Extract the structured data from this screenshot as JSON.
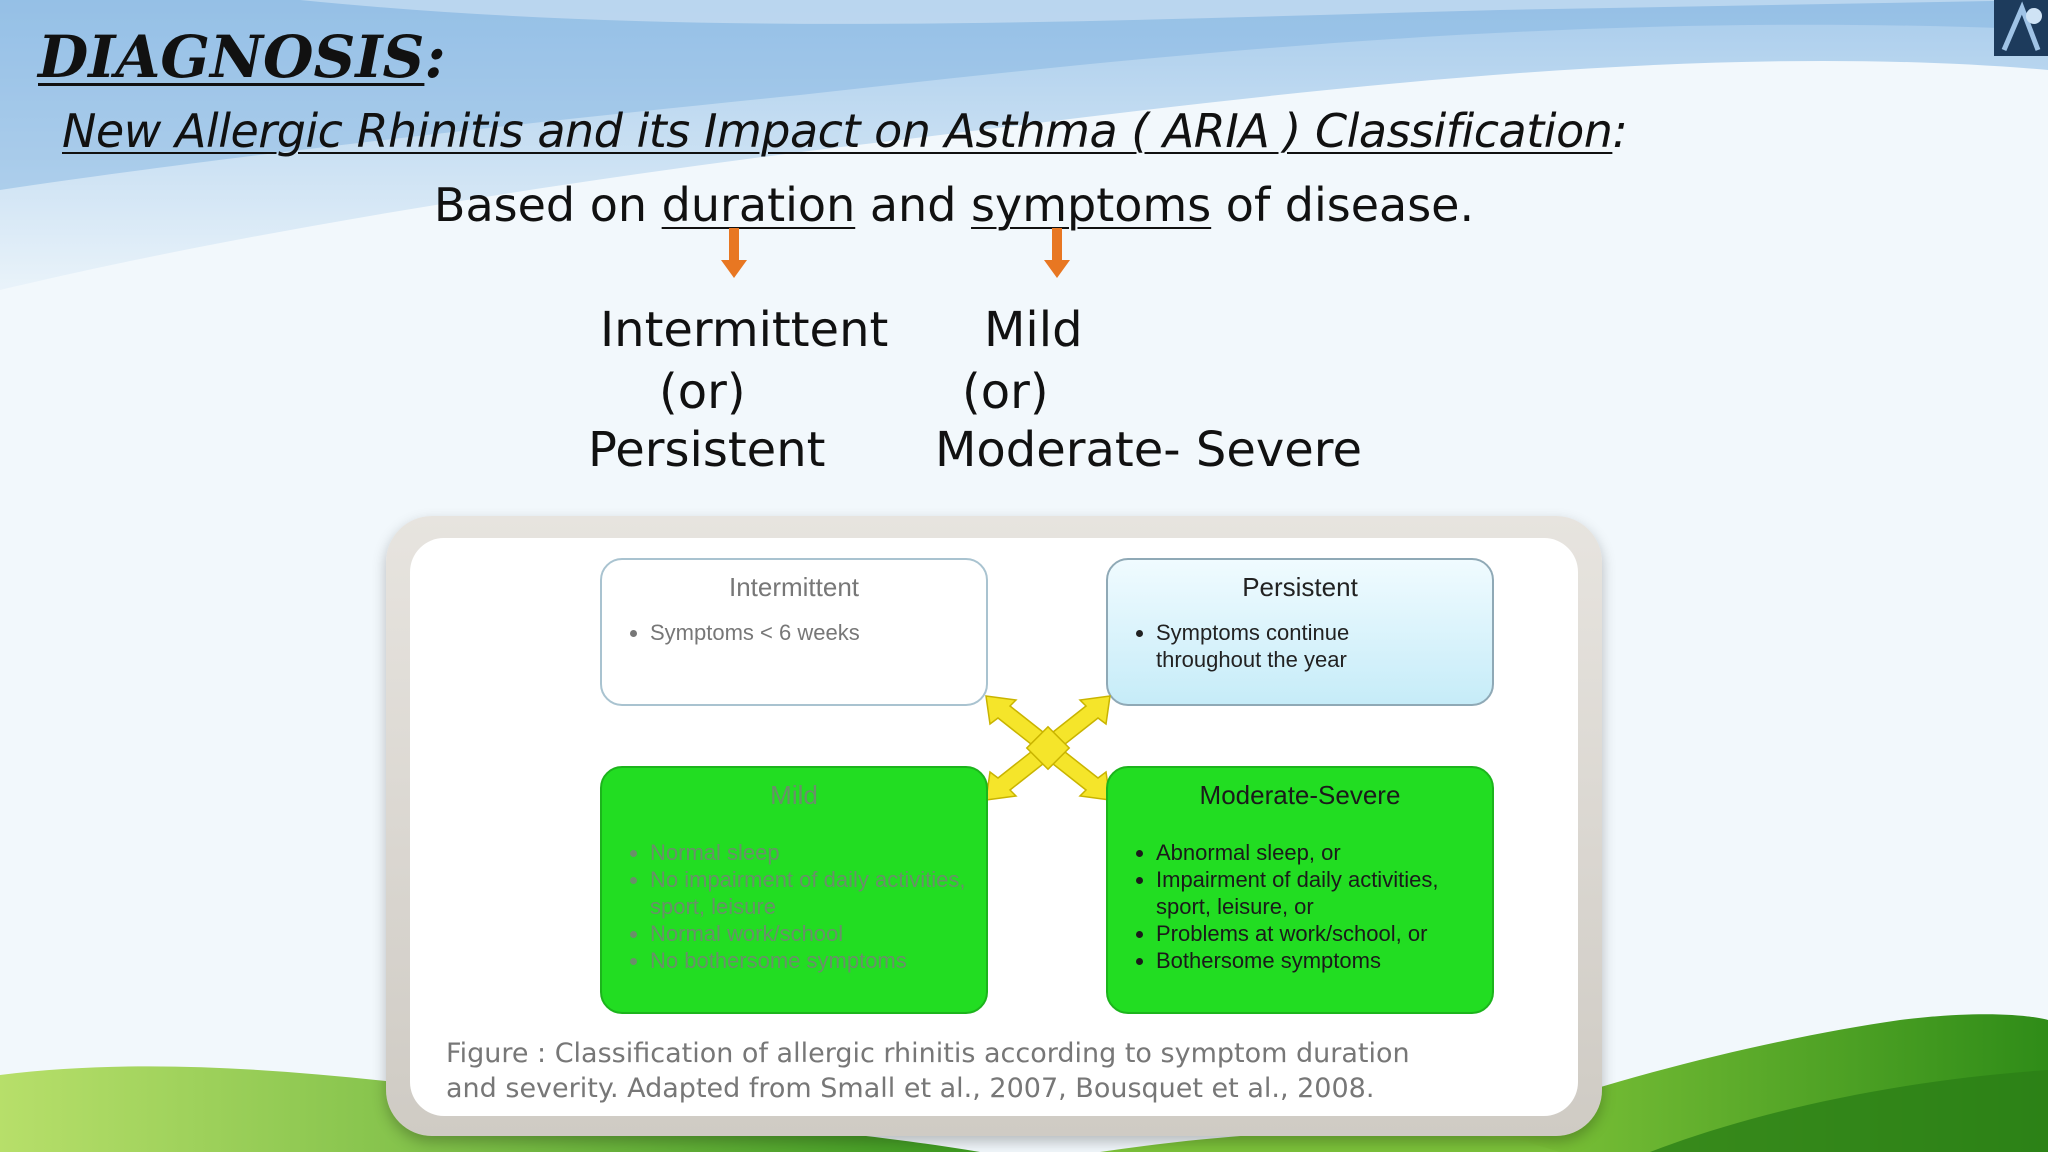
{
  "slide": {
    "title": "DIAGNOSIS",
    "title_suffix": ":",
    "subtitle": "New Allergic Rhinitis and its Impact on Asthma ( ARIA ) Classification",
    "subtitle_suffix": ":",
    "basis": {
      "part1": "Based on ",
      "word1": "duration",
      "part2": " and ",
      "word2": "symptoms",
      "part3": " of disease."
    },
    "duration_options": [
      "Intermittent",
      "(or)",
      "Persistent"
    ],
    "symptom_options": [
      "Mild",
      "(or)",
      "Moderate- Severe"
    ]
  },
  "figure": {
    "intermittent": {
      "title": "Intermittent",
      "items": [
        "Symptoms < 6 weeks"
      ]
    },
    "persistent": {
      "title": "Persistent",
      "items": [
        "Symptoms continue throughout the year"
      ]
    },
    "mild": {
      "title": "Mild",
      "items": [
        "Normal sleep",
        "No impairment of daily activities, sport, leisure",
        "Normal work/school",
        "No bothersome symptoms"
      ]
    },
    "moderate_severe": {
      "title": "Moderate-Severe",
      "items": [
        "Abnormal sleep, or",
        "Impairment of daily activities, sport, leisure, or",
        "Problems at work/school, or",
        "Bothersome symptoms"
      ]
    },
    "caption_line1": "Figure : Classification of allergic rhinitis according to symptom duration",
    "caption_line2": "and severity. Adapted from Small et al., 2007, Bousquet et al., 2008."
  },
  "colors": {
    "arrow": "#e87722",
    "box_green": "#22dd22",
    "cross_yellow": "#f5e52a",
    "hill_green": "#6cbf2c"
  }
}
